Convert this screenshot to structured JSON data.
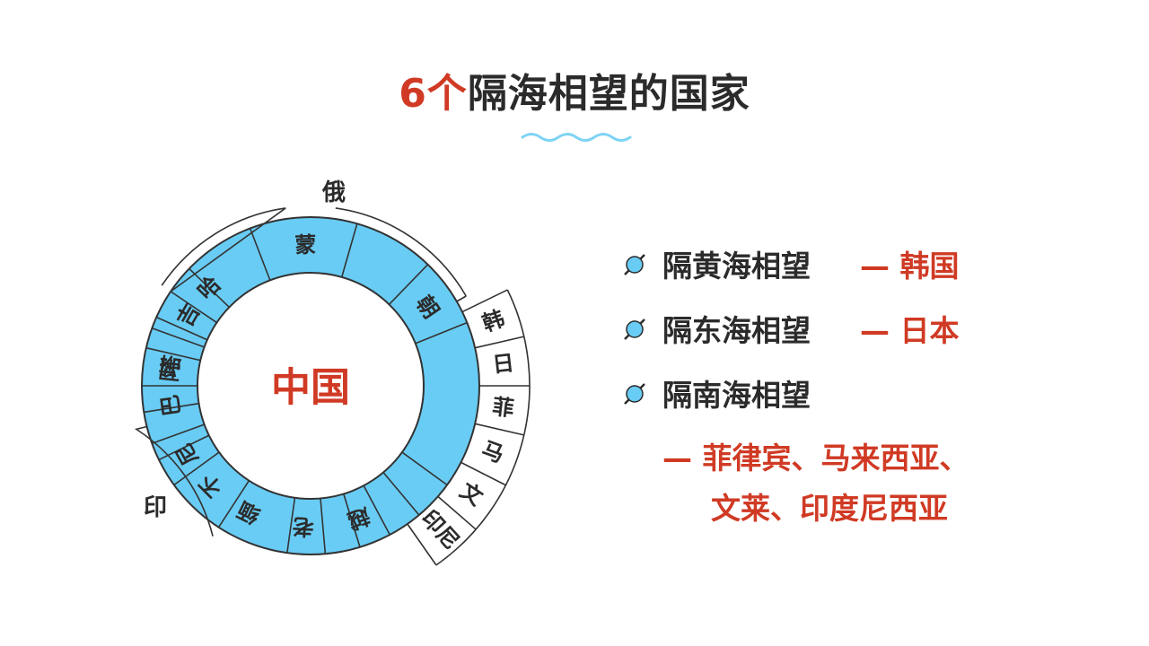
{
  "title": {
    "number": "6个",
    "text": "隔海相望的国家"
  },
  "diagram": {
    "center": "中国",
    "ring": [
      "蒙",
      "朝",
      "越",
      "老",
      "缅",
      "不",
      "尼",
      "巴",
      "阿",
      "塔",
      "吉",
      "哈"
    ],
    "outer": {
      "russia": "俄",
      "india": "印",
      "sea_neighbors": [
        "韩",
        "日",
        "菲",
        "马",
        "文",
        "印尼"
      ]
    }
  },
  "list": [
    {
      "label": "隔黄海相望",
      "answer": "— 韩国"
    },
    {
      "label": "隔东海相望",
      "answer": "— 日本"
    },
    {
      "label": "隔南海相望",
      "answer": ""
    }
  ],
  "south_sea_answer": {
    "line1": "— 菲律宾、马来西亚、",
    "line2": "文莱、印度尼西亚"
  },
  "colors": {
    "ring": "#69ccf4",
    "accent": "#d03a24",
    "wave": "#7fd3f3"
  }
}
